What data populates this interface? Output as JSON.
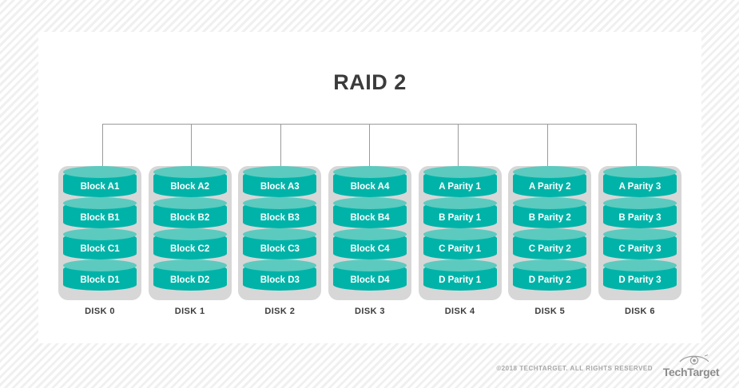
{
  "diagram": {
    "title": "RAID 2",
    "colors": {
      "platter_body": "#00b3a8",
      "platter_top": "#5ccabf",
      "disk_case": "#d7d7d7",
      "connector_line": "#9a9a9a",
      "title_text": "#3b3b3b",
      "label_text": "#ffffff",
      "card_background": "#ffffff"
    },
    "disks": [
      {
        "name": "DISK 0",
        "blocks": [
          "Block A1",
          "Block B1",
          "Block C1",
          "Block D1"
        ]
      },
      {
        "name": "DISK 1",
        "blocks": [
          "Block A2",
          "Block B2",
          "Block C2",
          "Block D2"
        ]
      },
      {
        "name": "DISK 2",
        "blocks": [
          "Block A3",
          "Block B3",
          "Block C3",
          "Block D3"
        ]
      },
      {
        "name": "DISK 3",
        "blocks": [
          "Block A4",
          "Block B4",
          "Block C4",
          "Block D4"
        ]
      },
      {
        "name": "DISK 4",
        "blocks": [
          "A Parity 1",
          "B Parity 1",
          "C Parity 1",
          "D Parity 1"
        ]
      },
      {
        "name": "DISK 5",
        "blocks": [
          "A Parity 2",
          "B Parity 2",
          "C Parity 2",
          "D Parity 2"
        ]
      },
      {
        "name": "DISK 6",
        "blocks": [
          "A Parity 3",
          "B Parity 3",
          "C Parity 3",
          "D Parity 3"
        ]
      }
    ]
  },
  "footer": {
    "copyright": "©2018 TECHTARGET. ALL RIGHTS RESERVED",
    "logo_text": "TechTarget",
    "logo_icon": "eye-icon"
  }
}
